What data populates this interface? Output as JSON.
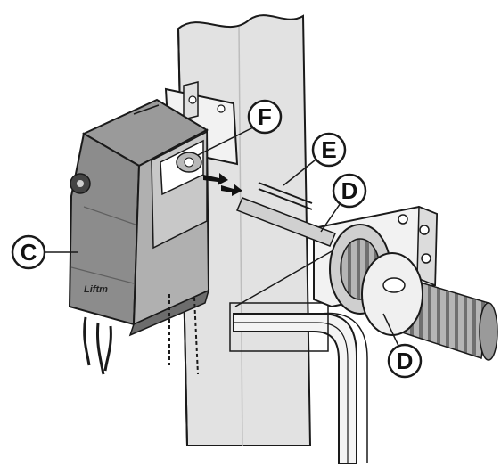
{
  "callouts": [
    {
      "id": "c",
      "text": "C"
    },
    {
      "id": "f",
      "text": "F"
    },
    {
      "id": "e",
      "text": "E"
    },
    {
      "id": "d_top",
      "text": "D"
    },
    {
      "id": "d_bottom",
      "text": "D"
    }
  ],
  "motor_badge": {
    "text": "Liftm"
  },
  "colors": {
    "stroke": "#1a1a1a",
    "motor_dark": "#8c8c8c",
    "motor_mid": "#a8a8a8",
    "motor_light": "#c4c4c4",
    "wall": "#e2e2e2",
    "bracket": "#f2f2f2",
    "spring": "#999999"
  }
}
